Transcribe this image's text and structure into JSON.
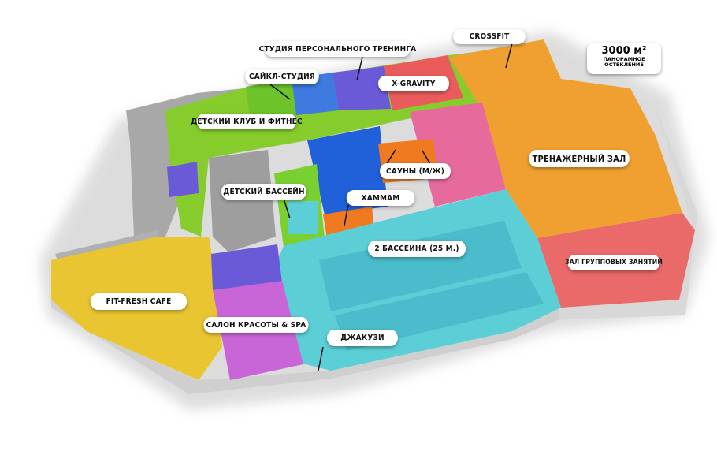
{
  "labels": {
    "crossfit": "CROSSFIT",
    "personal_training": "СТУДИЯ ПЕРСОНАЛЬНОГО ТРЕНИНГА",
    "cycle_studio": "САЙКЛ-СТУДИЯ",
    "x_gravity": "X-GRAVITY",
    "kids_club": "ДЕТСКИЙ КЛУБ И ФИТНЕС",
    "gym": "ТРЕНАЖЕРНЫЙ ЗАЛ",
    "saunas": "САУНЫ (М/Ж)",
    "kids_pool": "ДЕТСКИЙ БАССЕЙН",
    "hammam": "ХАММАМ",
    "pools": "2 БАССЕЙНА (25 М.)",
    "group_hall": "ЗАЛ ГРУППОВЫХ ЗАНЯТИЙ",
    "cafe": "FIT-FRESH CAFE",
    "beauty": "САЛОН КРАСОТЫ & SPA",
    "jacuzzi": "ДЖАКУЗИ"
  },
  "area_badge": {
    "value": "3000 м²",
    "line1": "ПАНОРАМНОЕ",
    "line2": "ОСТЕКЛЕНИЕ"
  },
  "colors": {
    "gym": "#f0a030",
    "group_hall": "#ea6a6a",
    "pools": "#5ccfd6",
    "cafe": "#e8c531",
    "beauty": "#c866d8",
    "corridor": "#86cc2c",
    "blue": "#2060d8",
    "pink": "#e66a9c",
    "sauna": "#f07a20",
    "purple": "#6a5ad8",
    "gray": "#a8a8a8"
  }
}
